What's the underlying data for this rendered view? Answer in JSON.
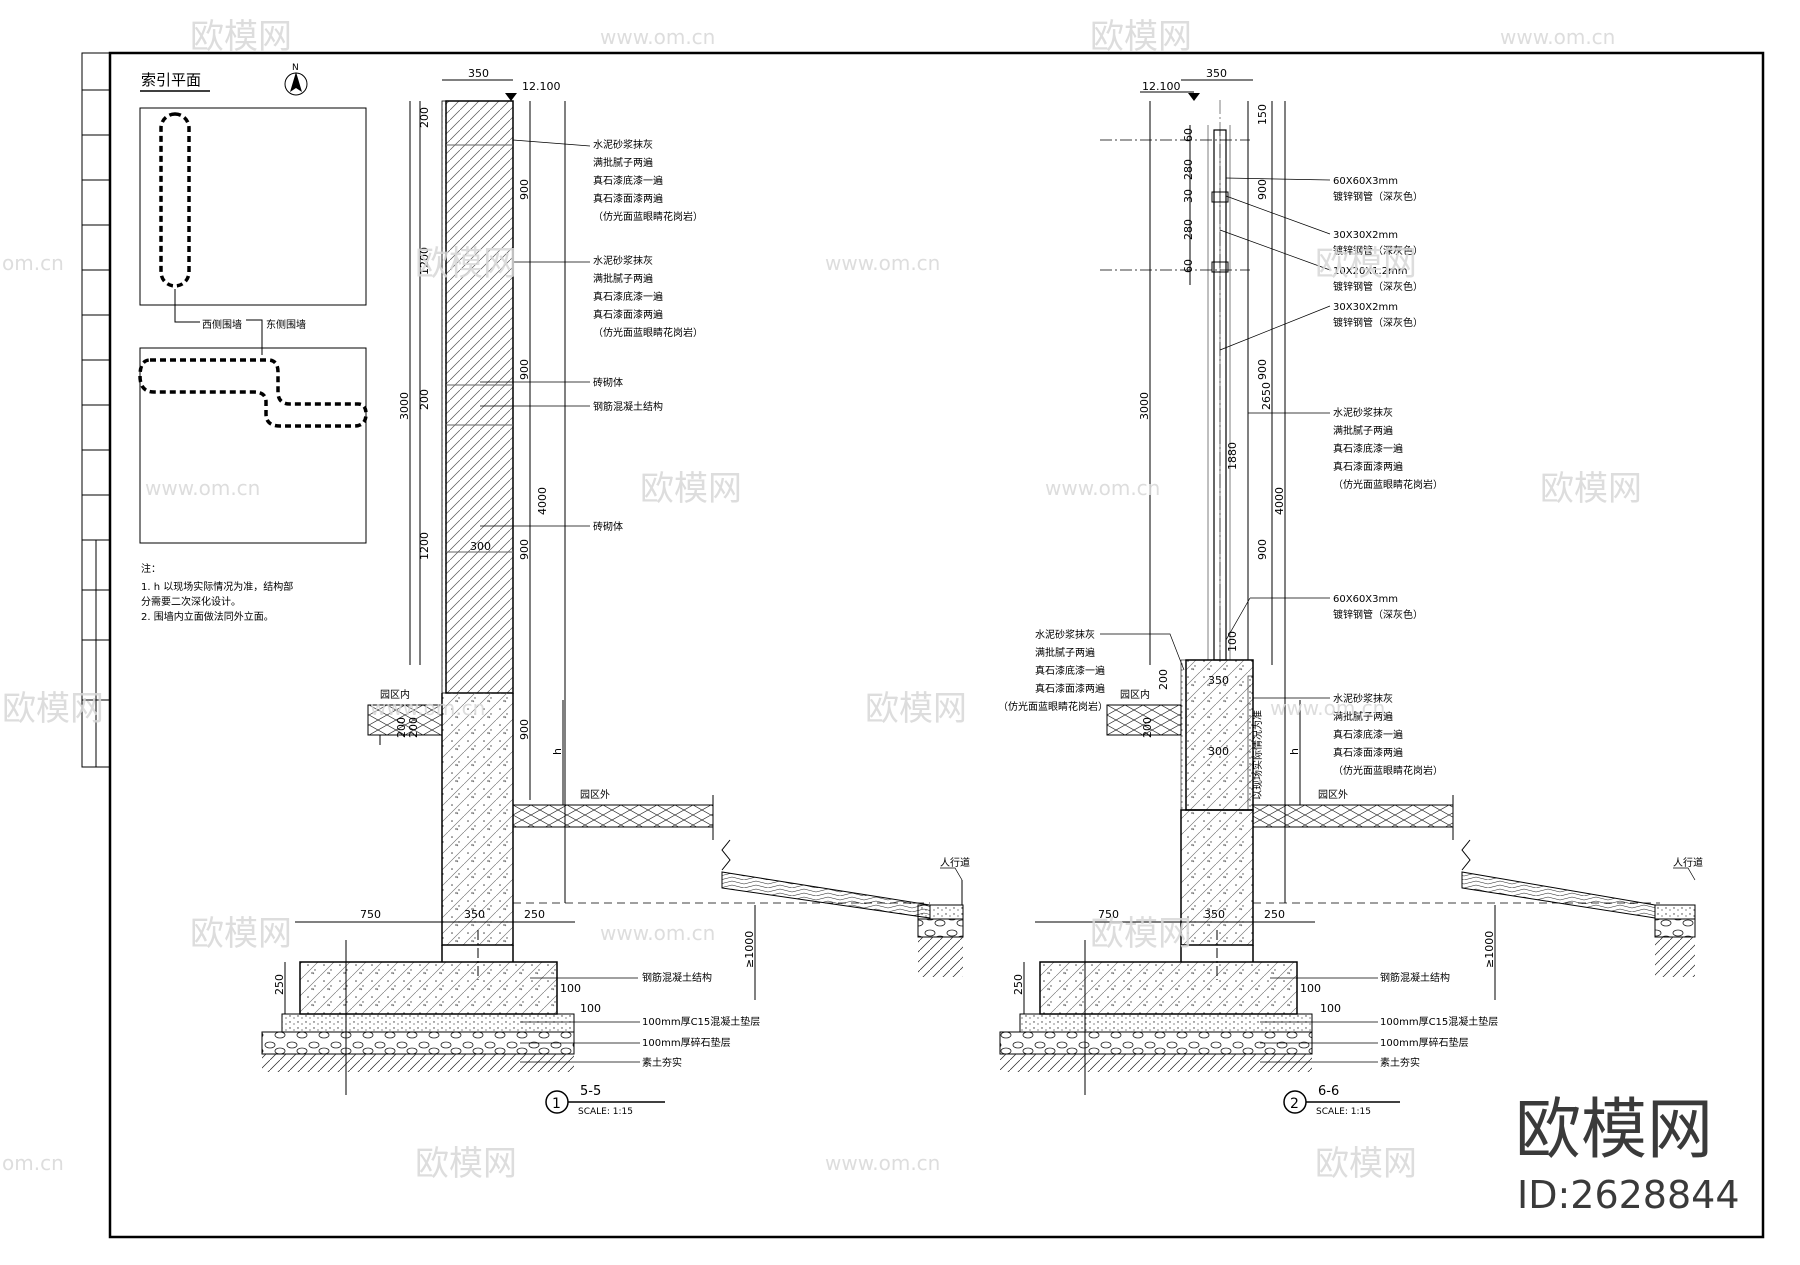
{
  "sheet": {
    "index_plan_title": "索引平面",
    "north": "N",
    "wall_labels": {
      "west": "西侧围墙",
      "east": "东侧围墙"
    },
    "notes": {
      "heading": "注：",
      "items": [
        "1. h 以现场实际情况为准，结构部",
        "分需要二次深化设计。",
        "2. 围墙内立面做法同外立面。"
      ]
    }
  },
  "section_55": {
    "number": "1",
    "name": "5-5",
    "scale": "SCALE:  1:15",
    "elev": "12.100",
    "dims": {
      "top_width": "350",
      "left": [
        "200",
        "1200",
        "200",
        "1200"
      ],
      "left_total": "3000",
      "right": [
        "900",
        "900",
        "900",
        "900"
      ],
      "right_total": "4000",
      "inner": "300",
      "found_left": "750",
      "found_mid": "350",
      "found_right": "250",
      "found_h": "250",
      "step1": "100",
      "step2": "100",
      "in_h1": "200",
      "in_h2": "200",
      "h": "h",
      "depth": "≥1000"
    },
    "notes": {
      "finish1": [
        "水泥砂浆抹灰",
        "满批腻子两遍",
        "真石漆底漆一遍",
        "真石漆面漆两遍",
        "（仿光面蓝眼睛花岗岩）"
      ],
      "finish2": [
        "水泥砂浆抹灰",
        "满批腻子两遍",
        "真石漆底漆一遍",
        "真石漆面漆两遍",
        "（仿光面蓝眼睛花岗岩）"
      ],
      "brick1": "砖砌体",
      "rc": "钢筋混凝土结构",
      "brick2": "砖砌体",
      "inside": "园区内",
      "outside": "园区外",
      "sidewalk": "人行道",
      "rc_base": "钢筋混凝土结构",
      "c15": "100mm厚C15混凝土垫层",
      "gravel": "100mm厚碎石垫层",
      "soil": "素土夯实"
    }
  },
  "section_66": {
    "number": "2",
    "name": "6-6",
    "scale": "SCALE:  1:15",
    "elev": "12.100",
    "dims": {
      "top_width": "350",
      "left": [
        "60",
        "280",
        "30",
        "280",
        "60"
      ],
      "left_total": "3000",
      "right": [
        "150",
        "900",
        "900",
        "1880",
        "900",
        "100"
      ],
      "right_mid": "2650",
      "right_total": "4000",
      "base_w": "350",
      "base_inner": "300",
      "found_left": "750",
      "found_mid": "350",
      "found_right": "250",
      "found_h": "250",
      "step1": "100",
      "step2": "100",
      "in_h1": "200",
      "in_h2": "200",
      "h": "h",
      "depth": "≥1000",
      "vertical_note": "以现场实际情况为准"
    },
    "notes": {
      "pipe1": [
        "60X60X3mm",
        "镀锌钢管（深灰色）"
      ],
      "pipe2": [
        "30X30X2mm",
        "镀锌钢管（深灰色）"
      ],
      "pipe3": [
        "10X20X1.2mm",
        "镀锌钢管（深灰色）"
      ],
      "pipe4": [
        "30X30X2mm",
        "镀锌钢管（深灰色）"
      ],
      "finish_mid": [
        "水泥砂浆抹灰",
        "满批腻子两遍",
        "真石漆底漆一遍",
        "真石漆面漆两遍",
        "（仿光面蓝眼睛花岗岩）"
      ],
      "pipe5": [
        "60X60X3mm",
        "镀锌钢管（深灰色）"
      ],
      "finish_left": [
        "水泥砂浆抹灰",
        "满批腻子两遍",
        "真石漆底漆一遍",
        "真石漆面漆两遍",
        "（仿光面蓝眼睛花岗岩）"
      ],
      "finish_right": [
        "水泥砂浆抹灰",
        "满批腻子两遍",
        "真石漆底漆一遍",
        "真石漆面漆两遍",
        "（仿光面蓝眼睛花岗岩）"
      ],
      "inside": "园区内",
      "outside": "园区外",
      "sidewalk": "人行道",
      "rc_base": "钢筋混凝土结构",
      "c15": "100mm厚C15混凝土垫层",
      "gravel": "100mm厚碎石垫层",
      "soil": "素土夯实"
    }
  },
  "watermark": {
    "brand": "欧模网",
    "url": "www.om.cn",
    "url_short": "om.cn",
    "id": "ID:2628844"
  }
}
